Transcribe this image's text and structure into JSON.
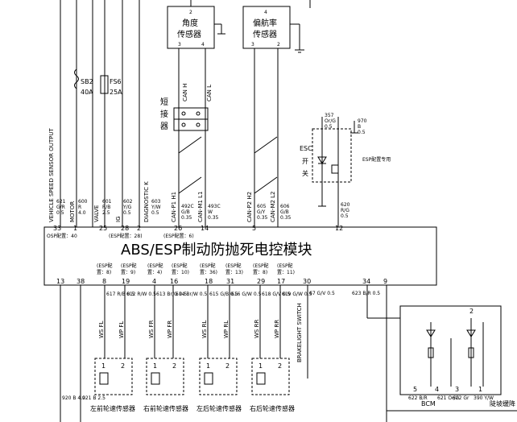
{
  "module": {
    "title": "ABS/ESP制动防抛死电控模块",
    "top_pins": [
      "33",
      "1",
      "25",
      "28",
      "2",
      "26",
      "14",
      "5",
      "12"
    ],
    "bottom_pins": [
      "13",
      "38",
      "8",
      "19",
      "4",
      "16",
      "18",
      "31",
      "29",
      "17",
      "30",
      "34",
      "9"
    ],
    "top_pin_notes": [
      "OSP配置：40",
      "(ESP配置：28)",
      "(ESP配置：6)"
    ],
    "bottom_pin_notes": [
      {
        "a": "(ESP配",
        "b": "置：8)"
      },
      {
        "a": "(ESP配",
        "b": "置：9)"
      },
      {
        "a": "(ESP配",
        "b": "置：4)"
      },
      {
        "a": "(ESP配",
        "b": "置：10)"
      },
      {
        "a": "(ESP配",
        "b": "置：36)"
      },
      {
        "a": "(ESP配",
        "b": "置：13)"
      },
      {
        "a": "(ESP配",
        "b": "置：8)"
      },
      {
        "a": "(ESP配",
        "b": "置：11)"
      }
    ]
  },
  "left_labels": [
    "VEHICLE SPEED SENSOR OUTPUT",
    "MOTOR",
    "VALVE",
    "IG",
    "DIAGNOSTIC K"
  ],
  "fuses": [
    {
      "name": "SB2",
      "rating": "40A"
    },
    {
      "name": "FS6",
      "rating": "25A"
    }
  ],
  "wires_top": [
    {
      "no": "621",
      "color": "G/R",
      "size": "0.5"
    },
    {
      "no": "600",
      "color": "R",
      "size": "4.0"
    },
    {
      "no": "601",
      "color": "R/B",
      "size": "2.5"
    },
    {
      "no": "602",
      "color": "Y/G",
      "size": "0.5"
    },
    {
      "no": "603",
      "color": "Y/W",
      "size": "0.5"
    },
    {
      "no": "492C",
      "color": "G/B",
      "size": "0.35"
    },
    {
      "no": "493C",
      "color": "W",
      "size": "0.35"
    },
    {
      "no": "605",
      "color": "G/Y",
      "size": "0.35"
    },
    {
      "no": "606",
      "color": "G/B",
      "size": "0.35"
    },
    {
      "no": "620",
      "color": "R/G",
      "size": "0.5"
    }
  ],
  "can_labels": [
    "CAN-P1 H1",
    "CAN-M1 L1",
    "CAN-P2 H2",
    "CAN-M2 L2",
    "CAN H",
    "CAN L"
  ],
  "sensors": {
    "angle": {
      "name_line1": "角度",
      "name_line2": "传感器",
      "pins": [
        "2",
        "3",
        "4"
      ]
    },
    "yaw": {
      "name_line1": "偏航率",
      "name_line2": "传感器",
      "pins": [
        "4",
        "3",
        "2"
      ]
    },
    "short_connector": [
      "短",
      "接",
      "器"
    ]
  },
  "esc": {
    "label": [
      "ESC",
      "开",
      "关"
    ],
    "note": "ESP配置专用",
    "wires": [
      {
        "no": "357",
        "color": "Or/G",
        "size": "0.5"
      },
      {
        "no": "970",
        "color": "B",
        "size": "0.5"
      }
    ]
  },
  "wheel_sensors": [
    {
      "name": "左前轮速传感器",
      "wire_a": "WS FL",
      "wire_b": "WP FL",
      "w1": "617 R/B 0.5",
      "w2": "612 R/W 0.5",
      "pins": [
        "1",
        "2"
      ]
    },
    {
      "name": "右前轮速传感器",
      "wire_a": "WS FR",
      "wire_b": "WP FR",
      "w1": "613 Br/G 0.5",
      "w2": "614 Br/W 0.5",
      "pins": [
        "1",
        "2"
      ]
    },
    {
      "name": "左后轮速传感器",
      "wire_a": "WS RL",
      "wire_b": "WP RL",
      "w1": "615 G/B 0.5",
      "w2": "616 G/W 0.5",
      "pins": [
        "1",
        "2"
      ]
    },
    {
      "name": "右后轮速传感器",
      "wire_a": "WS RR",
      "wire_b": "WP RR",
      "w1": "618 G/V 0.5",
      "w2": "619 G/W 0.5",
      "pins": [
        "1",
        "2"
      ]
    }
  ],
  "bottom_misc": {
    "brakelight": "BRAKELIGHT SWITCH",
    "w67": "67 G/V 0.5",
    "w623": "623 B/R 0.5",
    "w920": "920 B 4.0",
    "w921": "921 B 2.5",
    "bcm": "BCM",
    "bcm_pins": [
      "5",
      "4",
      "3",
      "1"
    ],
    "bcm_top_pin": "2",
    "bcm_wires": [
      "622 B/R",
      "621 Or/G",
      "622 Gr",
      "390 Y/W"
    ],
    "hill": "陡坡缓降"
  }
}
